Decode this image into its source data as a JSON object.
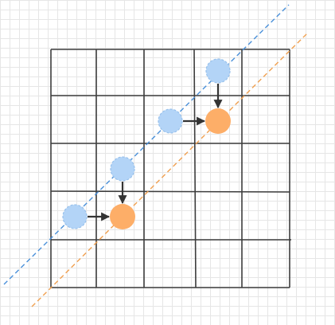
{
  "diagram": {
    "grid_cells": 5,
    "colors": {
      "background": "#ffffff",
      "minor_grid": "#e6e6e6",
      "board_lines": "#3d3d3d",
      "blue_line": "#4a90d9",
      "orange_line": "#f0a050",
      "blue_circle_fill": "#b3d4f7",
      "blue_circle_stroke": "#98c1ec",
      "orange_circle_fill": "#fdae68",
      "arrow": "#333333"
    },
    "blue_circles": [
      {
        "col": 3.5,
        "row": 0.45
      },
      {
        "col": 2.5,
        "row": 1.5
      },
      {
        "col": 1.5,
        "row": 2.5
      },
      {
        "col": 0.5,
        "row": 3.5
      }
    ],
    "orange_circles": [
      {
        "col": 3.5,
        "row": 1.5
      },
      {
        "col": 1.5,
        "row": 3.5
      }
    ],
    "arrows": [
      {
        "from": "blue-1",
        "to": "orange-1",
        "direction": "down"
      },
      {
        "from": "blue-2",
        "to": "orange-1",
        "direction": "right"
      },
      {
        "from": "blue-3",
        "to": "orange-2",
        "direction": "down"
      },
      {
        "from": "blue-4",
        "to": "orange-2",
        "direction": "right"
      }
    ]
  }
}
